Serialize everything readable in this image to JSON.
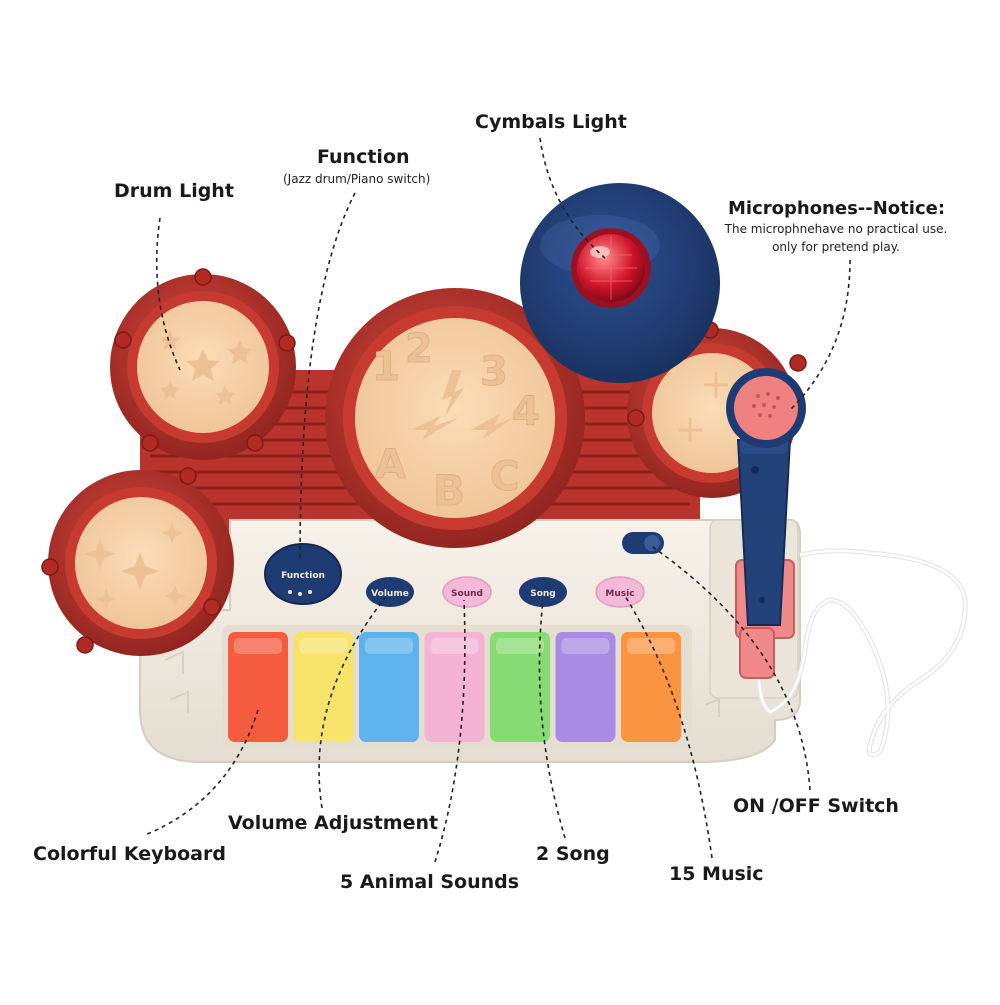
{
  "labels": {
    "drum_light": "Drum Light",
    "function_title": "Function",
    "function_sub": "(Jazz drum/Piano switch)",
    "cymbals_light": "Cymbals Light",
    "microphones_title": "Microphones--Notice:",
    "microphones_sub1": "The microphnehave no practical use.",
    "microphones_sub2": "only for pretend play.",
    "volume_adjustment": "Volume Adjustment",
    "colorful_keyboard": "Colorful Keyboard",
    "animal_sounds": "5 Animal Sounds",
    "two_song": "2 Song",
    "fifteen_music": "15 Music",
    "on_off_switch": "ON /OFF Switch"
  },
  "buttons": {
    "function": "Function",
    "volume": "Volume",
    "sound": "Sound",
    "song": "Song",
    "music": "Music"
  },
  "drum_markings": [
    "1",
    "2",
    "3",
    "4",
    "A",
    "B",
    "C"
  ],
  "colors": {
    "drum_rim": "#b3322b",
    "drum_pad": "#f5cfa6",
    "body": "#f1ebe1",
    "cymbal": "#23427a",
    "keys": [
      "#f45b3f",
      "#f7e36a",
      "#5db3ec",
      "#f4b3d4",
      "#86dc72",
      "#a98be3",
      "#fb9440"
    ]
  }
}
